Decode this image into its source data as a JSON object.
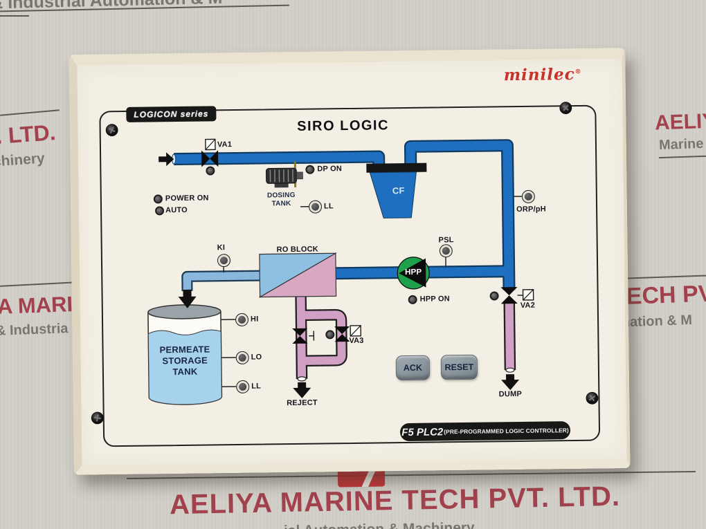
{
  "background": {
    "company": "AELIYA MARINE TECH PVT. LTD.",
    "fragments": {
      "top": "ne & Industrial Automation & M",
      "left_upper_red": ". LTD.",
      "left_upper_gray": "chinery",
      "left_lower_red": "A MARI",
      "left_lower_gray": "& Industria",
      "right_upper_red": "AELIY",
      "right_upper_gray": "Marine",
      "right_lower_red": "TECH PV",
      "right_lower_gray": "omation & M",
      "bottom_gray": "ial Automation & Machinery"
    },
    "colors": {
      "stamp_red": "#9c2f3d",
      "stamp_gray": "#56544e"
    }
  },
  "panel": {
    "brand": "minilec",
    "brand_reg": "®",
    "series_badge": "LOGICON series",
    "title": "SIRO LOGIC",
    "model": "F5 PLC2",
    "model_suffix": "(PRE-PROGRAMMED LOGIC CONTROLLER)",
    "buttons": {
      "ack": "ACK",
      "reset": "RESET"
    },
    "indicators": {
      "power_on": "POWER ON",
      "auto": "AUTO",
      "dp_on": "DP ON",
      "dosing_ll": "LL",
      "orp_ph": "ORP/pH",
      "ki": "KI",
      "psl": "PSL",
      "hpp_on": "HPP ON",
      "hi": "HI",
      "lo": "LO",
      "tank_ll": "LL"
    },
    "valves": {
      "va1": "VA1",
      "va2": "VA2",
      "va3": "VA3"
    },
    "equipment": {
      "dosing_line1": "DOSING",
      "dosing_line2": "TANK",
      "cf": "CF",
      "ro_block": "RO BLOCK",
      "hpp": "HPP",
      "tank_line1": "PERMEATE",
      "tank_line2": "STORAGE",
      "tank_line3": "TANK",
      "reject": "REJECT",
      "dump": "DUMP"
    },
    "colors": {
      "pipe_blue": "#1e6fc0",
      "permeate_blue": "#8ab8dd",
      "reject_pink": "#d2a0c4",
      "dosing_yellow": "#f0c832",
      "hpp_green": "#1fa04a",
      "brand_red": "#c8322a"
    }
  }
}
